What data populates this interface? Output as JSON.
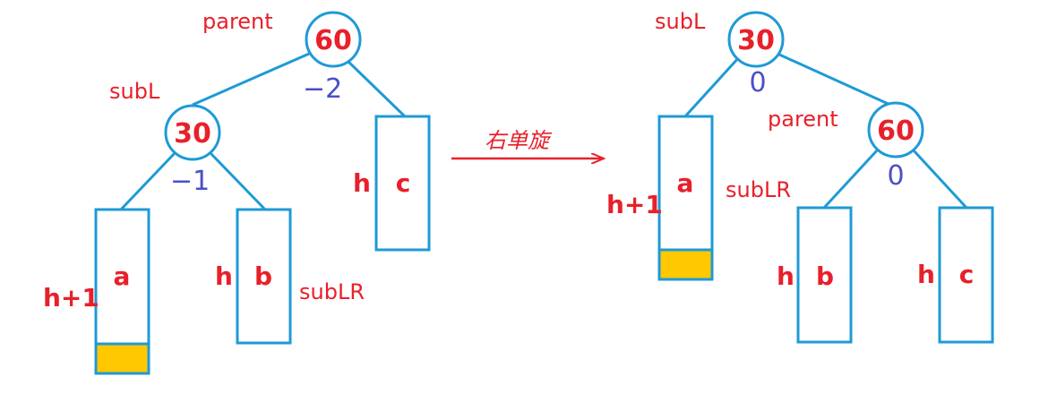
{
  "left_tree": {
    "parent_node": {
      "value": "60",
      "label": "parent",
      "balance": "−2"
    },
    "subL_node": {
      "value": "30",
      "label": "subL",
      "balance": "−1"
    },
    "subtree_a": {
      "name": "a",
      "height": "h+1"
    },
    "subtree_b": {
      "name": "b",
      "height": "h",
      "label": "subLR"
    },
    "subtree_c": {
      "name": "c",
      "height": "h"
    }
  },
  "rotation": {
    "label": "右单旋"
  },
  "right_tree": {
    "subL_node": {
      "value": "30",
      "label": "subL",
      "balance": "0"
    },
    "parent_node": {
      "value": "60",
      "label": "parent",
      "balance": "0"
    },
    "subtree_a": {
      "name": "a",
      "height": "h+1"
    },
    "subtree_b": {
      "name": "b",
      "height": "h",
      "label": "subLR"
    },
    "subtree_c": {
      "name": "c",
      "height": "h"
    }
  },
  "colors": {
    "outline": "#1e9ad6",
    "text_red": "#e8202a",
    "balance_blue": "#4a4fc8",
    "highlight_fill": "#ffc800"
  }
}
